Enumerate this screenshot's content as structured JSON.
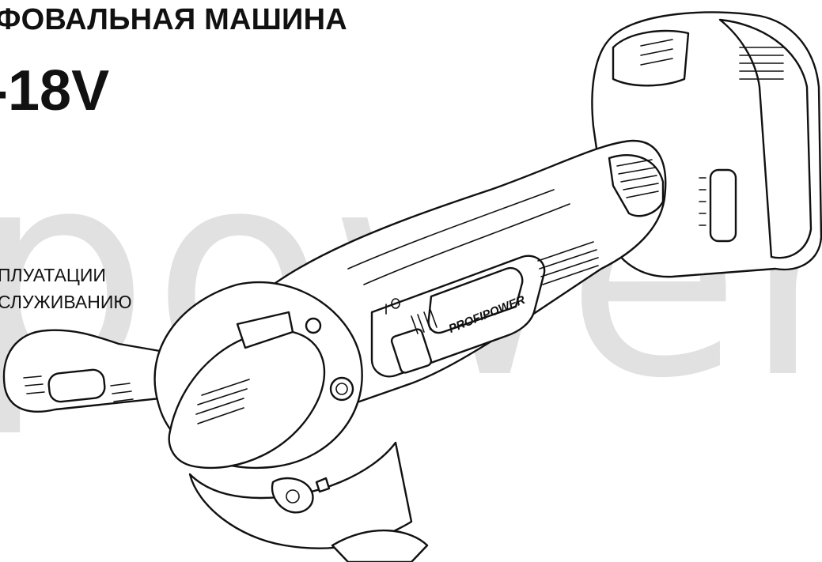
{
  "document": {
    "title": "ФОВАЛЬНАЯ МАШИНА",
    "model": "-18V",
    "subtitle_lines": [
      "ПЛУАТАЦИИ",
      "СЛУЖИВАНИЮ"
    ]
  },
  "watermark": {
    "text": "power",
    "color": "#e1e1e1"
  },
  "product_image": {
    "icon": "angle-grinder-line-drawing",
    "brand_label": "PROFIPOWER"
  }
}
